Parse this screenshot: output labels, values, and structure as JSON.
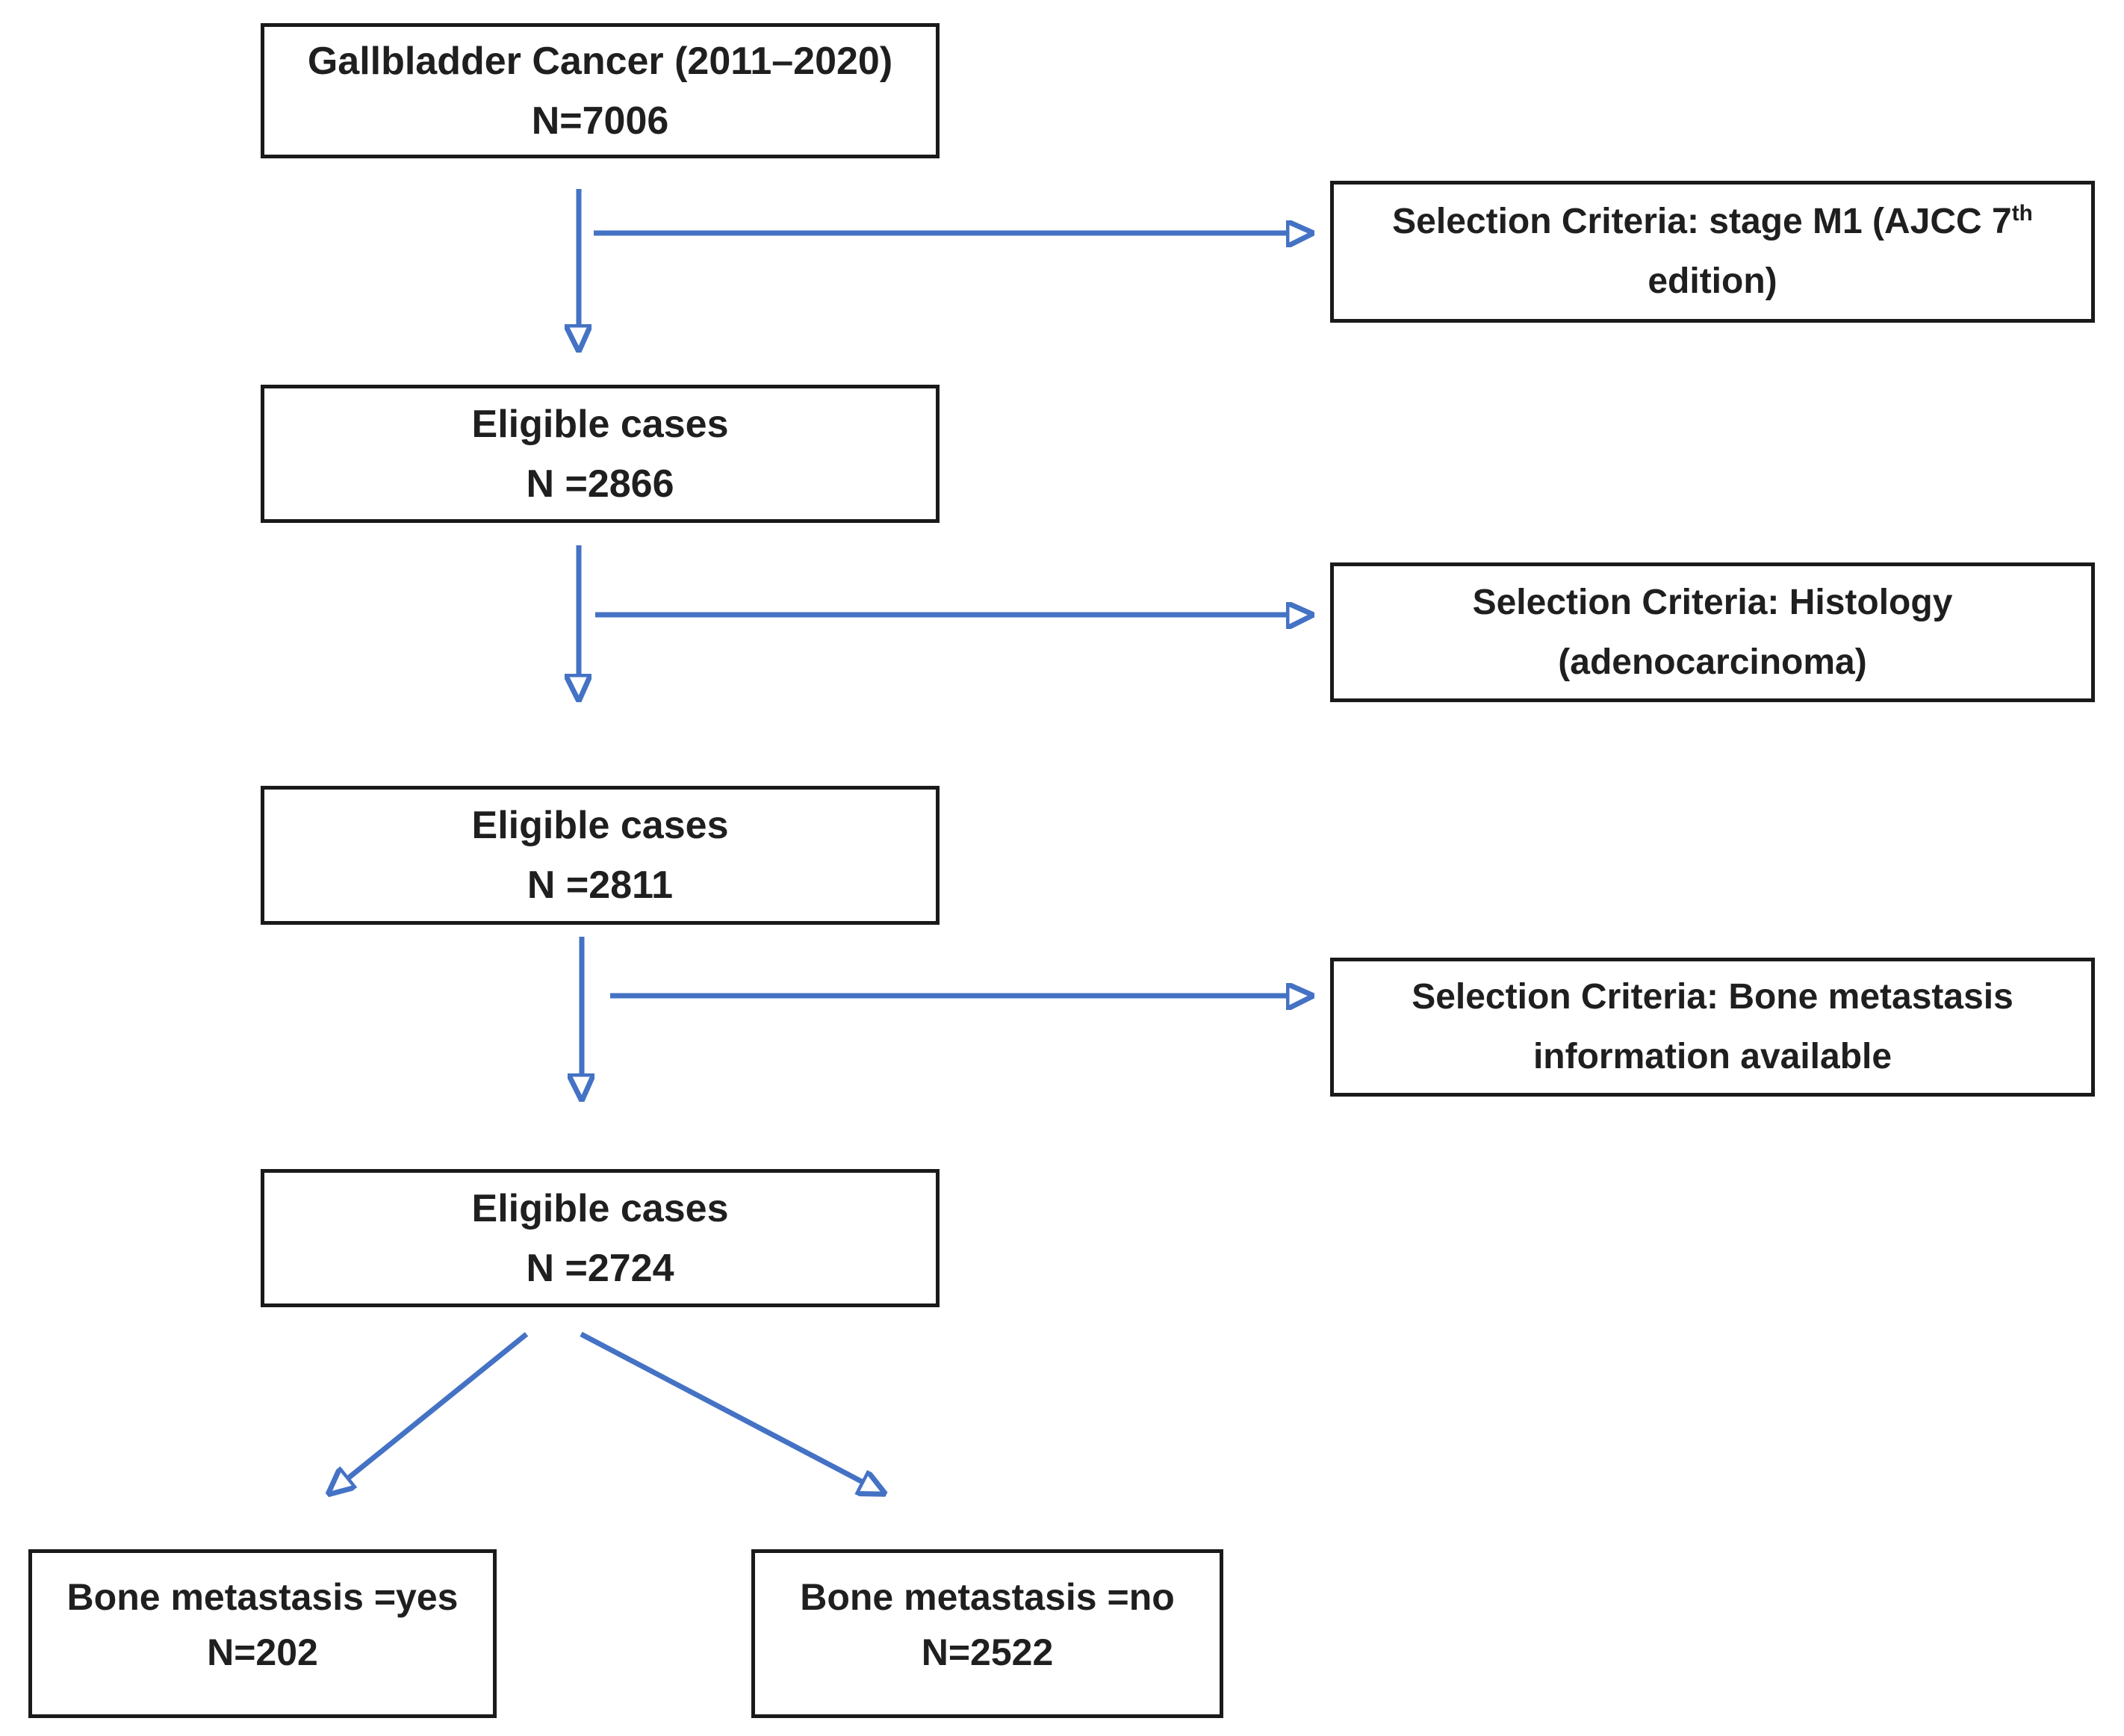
{
  "flowchart": {
    "boxes": {
      "initial": {
        "line1": "Gallbladder Cancer (2011–2020)",
        "line2": "N=7006"
      },
      "criteria_m1": {
        "line1_main": "Selection Criteria: stage M1 (AJCC 7",
        "line1_sup": "th",
        "line2": "edition)"
      },
      "eligible_2866": {
        "line1": "Eligible cases",
        "line2": "N =2866"
      },
      "criteria_histology": {
        "line1": "Selection Criteria: Histology",
        "line2": "(adenocarcinoma)"
      },
      "eligible_2811": {
        "line1": "Eligible cases",
        "line2": "N =2811"
      },
      "criteria_bone": {
        "line1": "Selection Criteria: Bone metastasis",
        "line2": "information available"
      },
      "eligible_2724": {
        "line1": "Eligible cases",
        "line2": "N =2724"
      },
      "bone_yes": {
        "line1": "Bone metastasis =yes",
        "line2": "N=202"
      },
      "bone_no": {
        "line1": "Bone metastasis =no",
        "line2": "N=2522"
      }
    },
    "colors": {
      "arrow_blue": "#4472C4",
      "border_black": "#1a1a1a",
      "text_black": "#1f1f1f",
      "background": "#ffffff"
    }
  }
}
